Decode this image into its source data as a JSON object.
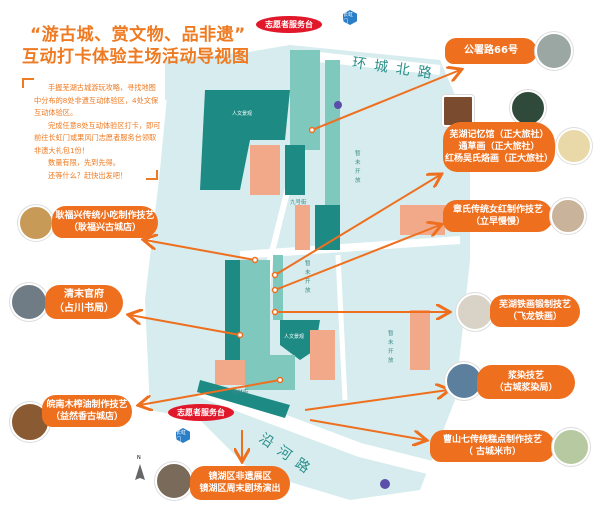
{
  "title": {
    "line1": "“游古城、赏文物、品非遗”",
    "line2": "互动打卡体验主场活动导视图"
  },
  "intro": {
    "p1": "手握芜湖古城游玩攻略，寻找地图中分布的8处非遗互动体验区，4处文保互动体验区。",
    "p2": "完成任意8处互动体验区打卡，即可前往长虹门或果风门志愿者服务台领取非遗大礼包1份！",
    "p3": "数量有限，先到先得。",
    "p4": "还等什么？赶快出发吧！"
  },
  "roads": {
    "north": "环城北路",
    "river": "沿河路"
  },
  "volunteer_desk": "志愿者服务台",
  "gates": {
    "north": "长虹门",
    "south": "长虹门"
  },
  "compass": "N",
  "map_labels": {
    "block1": "人文景观",
    "block2": "人文景观",
    "pending1": "暂未开放",
    "pending2": "暂未开放",
    "pending3": "暂未开放",
    "street1": "九号街",
    "street2": "儒林街"
  },
  "callouts": [
    {
      "id": "gongshu",
      "lines": [
        "公署路66号"
      ]
    },
    {
      "id": "memory",
      "lines": [
        "芜湖记忆馆（正大旅社）",
        "通草画（正大旅社）",
        "红杨吴氏烙画（正大旅社）"
      ]
    },
    {
      "id": "zhang",
      "lines": [
        "章氏传统女红制作技艺",
        "（立早慢慢）"
      ]
    },
    {
      "id": "gengfuxing",
      "lines": [
        "耿福兴传统小吃制作技艺",
        "（耿福兴古城店）"
      ]
    },
    {
      "id": "qingmo",
      "lines": [
        "清末官府",
        "（占川书局）"
      ]
    },
    {
      "id": "tiehua",
      "lines": [
        "芜湖铁画锻制技艺",
        "（飞龙铁画）"
      ]
    },
    {
      "id": "jiangran",
      "lines": [
        "浆染技艺",
        "（古城浆染局）"
      ]
    },
    {
      "id": "oil",
      "lines": [
        "皖南木榨油制作技艺",
        "（益然香古城店）"
      ]
    },
    {
      "id": "caoshan",
      "lines": [
        "曹山七传统糕点制作技艺",
        "（ 古城米市）"
      ]
    },
    {
      "id": "jinghu",
      "lines": [
        "镜湖区非遗展区",
        "镜湖区周末剧场演出"
      ]
    }
  ],
  "colors": {
    "accent": "#ee6f1e",
    "teal": "#1e8a84",
    "mint": "#7fc8bd",
    "water": "#d6ecee",
    "red": "#e0182a"
  }
}
